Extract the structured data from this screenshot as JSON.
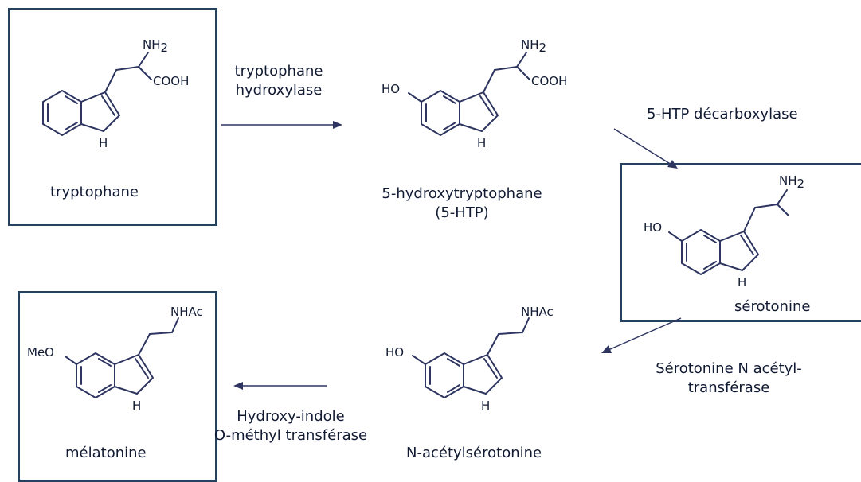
{
  "compounds": {
    "tryptophane": {
      "name": "tryptophane",
      "amine": "NH",
      "amine_sub": "2",
      "acid": "COOH",
      "ring_nh": "H"
    },
    "hydroxytryptophane": {
      "name_line1": "5-hydroxytryptophane",
      "name_line2": "(5-HTP)",
      "hydroxy": "HO",
      "amine": "NH",
      "amine_sub": "2",
      "acid": "COOH",
      "ring_nh": "H"
    },
    "serotonine": {
      "name": "sérotonine",
      "hydroxy": "HO",
      "amine": "NH",
      "amine_sub": "2",
      "ring_nh": "H"
    },
    "n_acetylserotonine": {
      "name": "N-acétylsérotonine",
      "hydroxy": "HO",
      "amide": "NHAc",
      "ring_nh": "H"
    },
    "melatonine": {
      "name": "mélatonine",
      "methoxy": "MeO",
      "amide": "NHAc",
      "ring_nh": "H"
    }
  },
  "enzymes": {
    "tryptophane_hydroxylase": {
      "line1": "tryptophane",
      "line2": "hydroxylase"
    },
    "htp_decarboxylase": {
      "line1": "5-HTP décarboxylase"
    },
    "serotonine_n_acetyltransferase": {
      "line1": "Sérotonine N acétyl-",
      "line2": "transférase"
    },
    "hydroxyindole_o_methyltransferase": {
      "line1": "Hydroxy-indole",
      "line2": "O-méthyl transférase"
    }
  },
  "colors": {
    "box_border": "#26415e",
    "bond": "#2d3560",
    "text": "#111a33"
  }
}
